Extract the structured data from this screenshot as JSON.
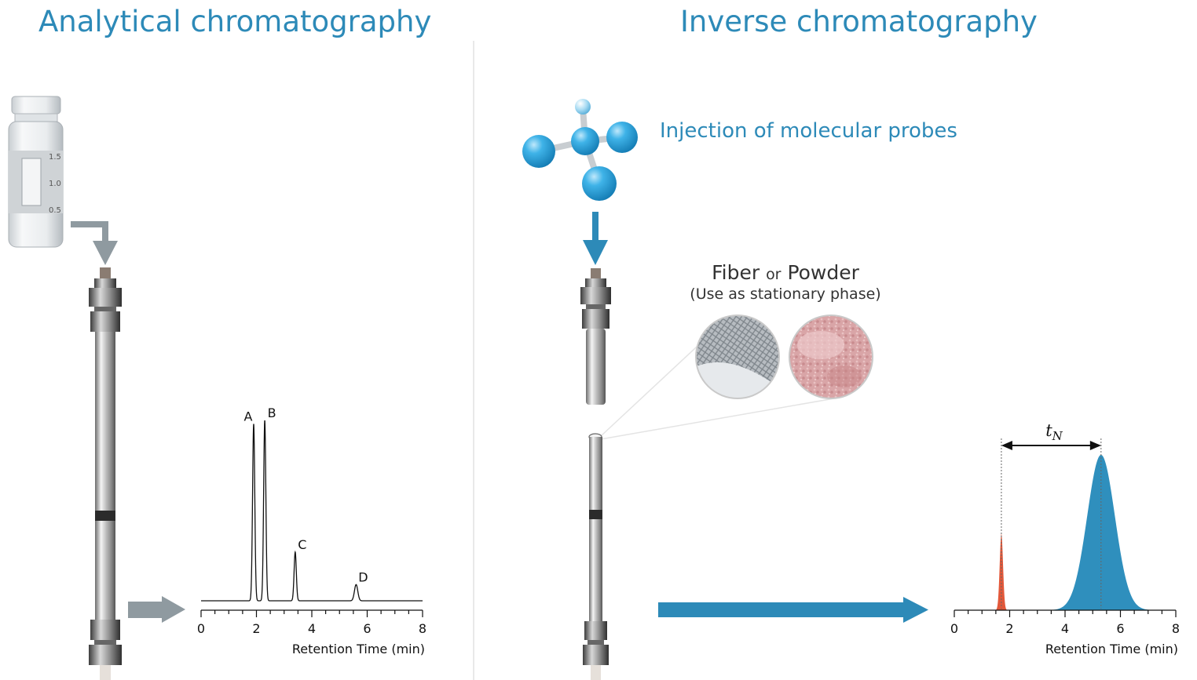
{
  "titles": {
    "left": "Analytical chromatography",
    "right": "Inverse chromatography"
  },
  "probes_label": "Injection of molecular probes",
  "stationary": {
    "fiber": "Fiber",
    "or": "or",
    "powder": "Powder",
    "note": "(Use as stationary phase)"
  },
  "vial_marks": [
    "1.5",
    "1.0",
    "0.5"
  ],
  "colors": {
    "accent_blue": "#2d8ab8",
    "gray_arrow": "#8f9aa0",
    "peak_red": "#e2583a",
    "peak_blue": "#2f8fbd"
  },
  "chart_data": [
    {
      "type": "line",
      "xlabel": "Retention Time (min)",
      "ylabel": "",
      "xlim": [
        0,
        8
      ],
      "xticks": [
        "0",
        "2",
        "4",
        "6",
        "8"
      ],
      "ylim": [
        0,
        1
      ],
      "peaks": [
        {
          "label": "A",
          "x": 1.9,
          "height": 0.98,
          "width": 0.04
        },
        {
          "label": "B",
          "x": 2.3,
          "height": 1.0,
          "width": 0.04
        },
        {
          "label": "C",
          "x": 3.4,
          "height": 0.27,
          "width": 0.04
        },
        {
          "label": "D",
          "x": 5.6,
          "height": 0.09,
          "width": 0.06
        }
      ]
    },
    {
      "type": "area",
      "xlabel": "Retention Time (min)",
      "ylabel": "",
      "xlim": [
        0,
        8
      ],
      "xticks": [
        "0",
        "2",
        "4",
        "6",
        "8"
      ],
      "ylim": [
        0,
        1
      ],
      "annotation": "t_N",
      "interval": [
        1.7,
        5.3
      ],
      "peaks": [
        {
          "x": 1.7,
          "height": 0.49,
          "width": 0.06,
          "color": "#e2583a"
        },
        {
          "x": 5.3,
          "height": 1.0,
          "width": 0.5,
          "color": "#2f8fbd"
        }
      ]
    }
  ]
}
